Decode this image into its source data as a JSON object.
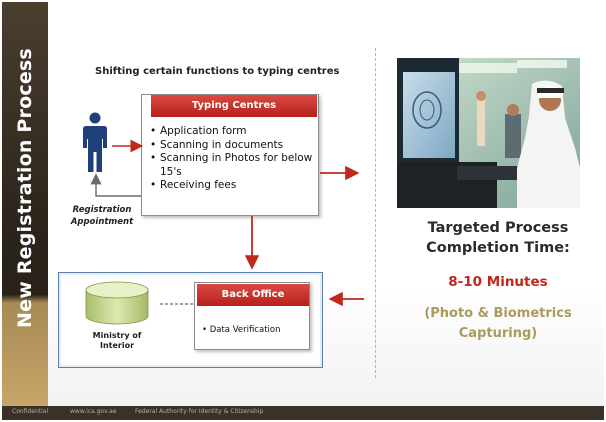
{
  "slide": {
    "side_title": "New Registration Process",
    "heading": "Shifting certain functions to typing centres",
    "typing_centres": {
      "header": "Typing Centres",
      "items": [
        "Application form",
        "Scanning in documents",
        "Scanning in Photos for below 15's",
        "Receiving fees"
      ]
    },
    "registration_label": "Registration Appointment",
    "ministry_label": "Ministry of Interior",
    "back_office": {
      "header": "Back Office",
      "items": [
        "Data Verification"
      ]
    },
    "target": {
      "title": "Targeted Process Completion Time:",
      "time": "8-10 Minutes",
      "note": "(Photo & Biometrics Capturing)"
    },
    "footer": [
      "Confidential",
      "www.ica.gov.ae",
      "Federal Authority for Identity & Citizenship"
    ]
  },
  "colors": {
    "accent_red": "#c0271d",
    "side_band": "#2b241b",
    "gold": "#aa9a5c",
    "panel_border": "#5b7fa8"
  },
  "icons": {
    "person": "person-icon",
    "database": "database-icon",
    "photo": "biometrics-photo"
  }
}
